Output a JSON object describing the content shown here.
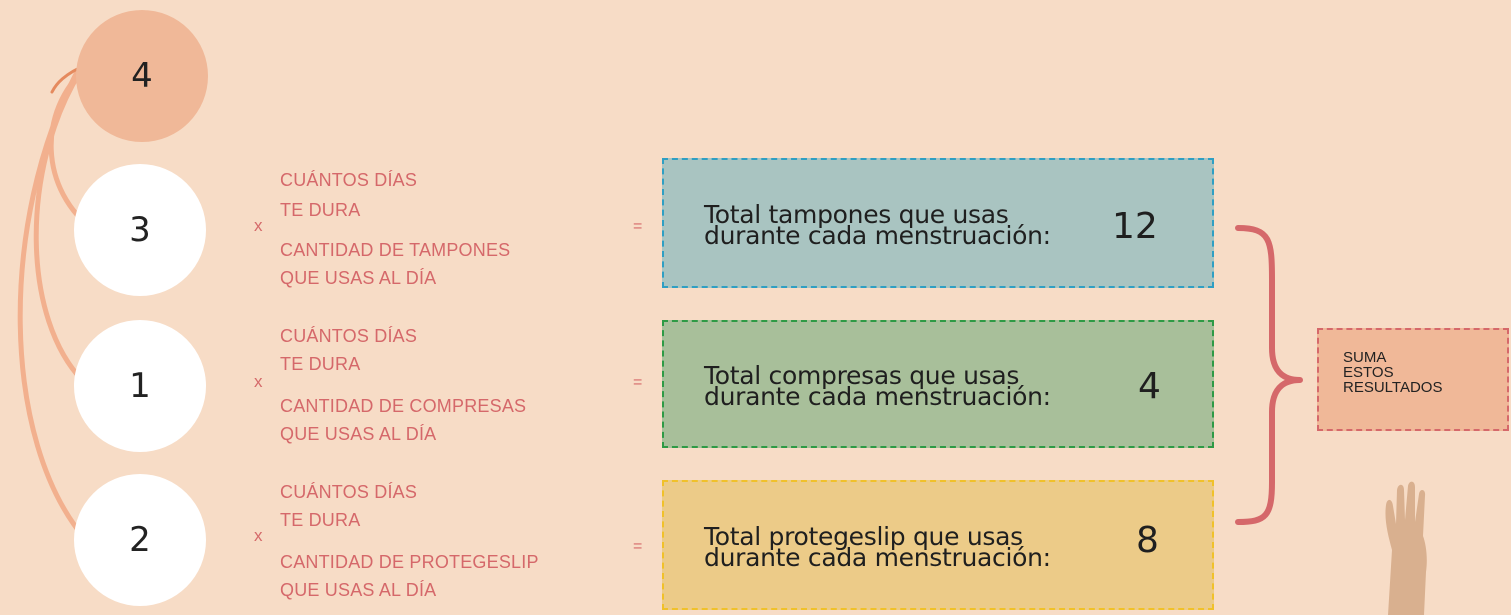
{
  "steps": {
    "top": "4",
    "tampones": "3",
    "compresas": "1",
    "protegeslip": "2"
  },
  "operators": {
    "times": "x",
    "equals": "="
  },
  "rows": [
    {
      "days_line1": "CUÁNTOS DÍAS",
      "days_line2": "TE DURA",
      "qty_line1": "CANTIDAD DE TAMPONES",
      "qty_line2": "QUE USAS AL DÍA",
      "result_line1": "Total tampones que usas",
      "result_line2": "durante cada menstruación:",
      "result_value": "12",
      "color": "#a9c4c1",
      "border": "#2f9fc3"
    },
    {
      "days_line1": "CUÁNTOS DÍAS",
      "days_line2": "TE DURA",
      "qty_line1": "CANTIDAD DE COMPRESAS",
      "qty_line2": "QUE USAS AL DÍA",
      "result_line1": "Total compresas que usas",
      "result_line2": "durante cada menstruación:",
      "result_value": "4",
      "color": "#a8bf9a",
      "border": "#2e9a45"
    },
    {
      "days_line1": "CUÁNTOS DÍAS",
      "days_line2": "TE DURA",
      "qty_line1": "CANTIDAD DE PROTEGESLIP",
      "qty_line2": "QUE USAS AL DÍA",
      "result_line1": "Total protegeslip que usas",
      "result_line2": "durante cada menstruación:",
      "result_value": "8",
      "color": "#eccb88",
      "border": "#f0c12a"
    }
  ],
  "sum": {
    "line1": "SUMA",
    "line2": "ESTOS",
    "line3": "RESULTADOS"
  },
  "colors": {
    "background": "#f7dcc6",
    "accent": "#d5686a",
    "circle_top": "#f0b898",
    "circle": "#ffffff",
    "arc": "#f2b08e",
    "hand": "#d9b08f"
  },
  "icons": {
    "brace": "curly-brace-icon",
    "hand": "raised-hand-icon"
  }
}
